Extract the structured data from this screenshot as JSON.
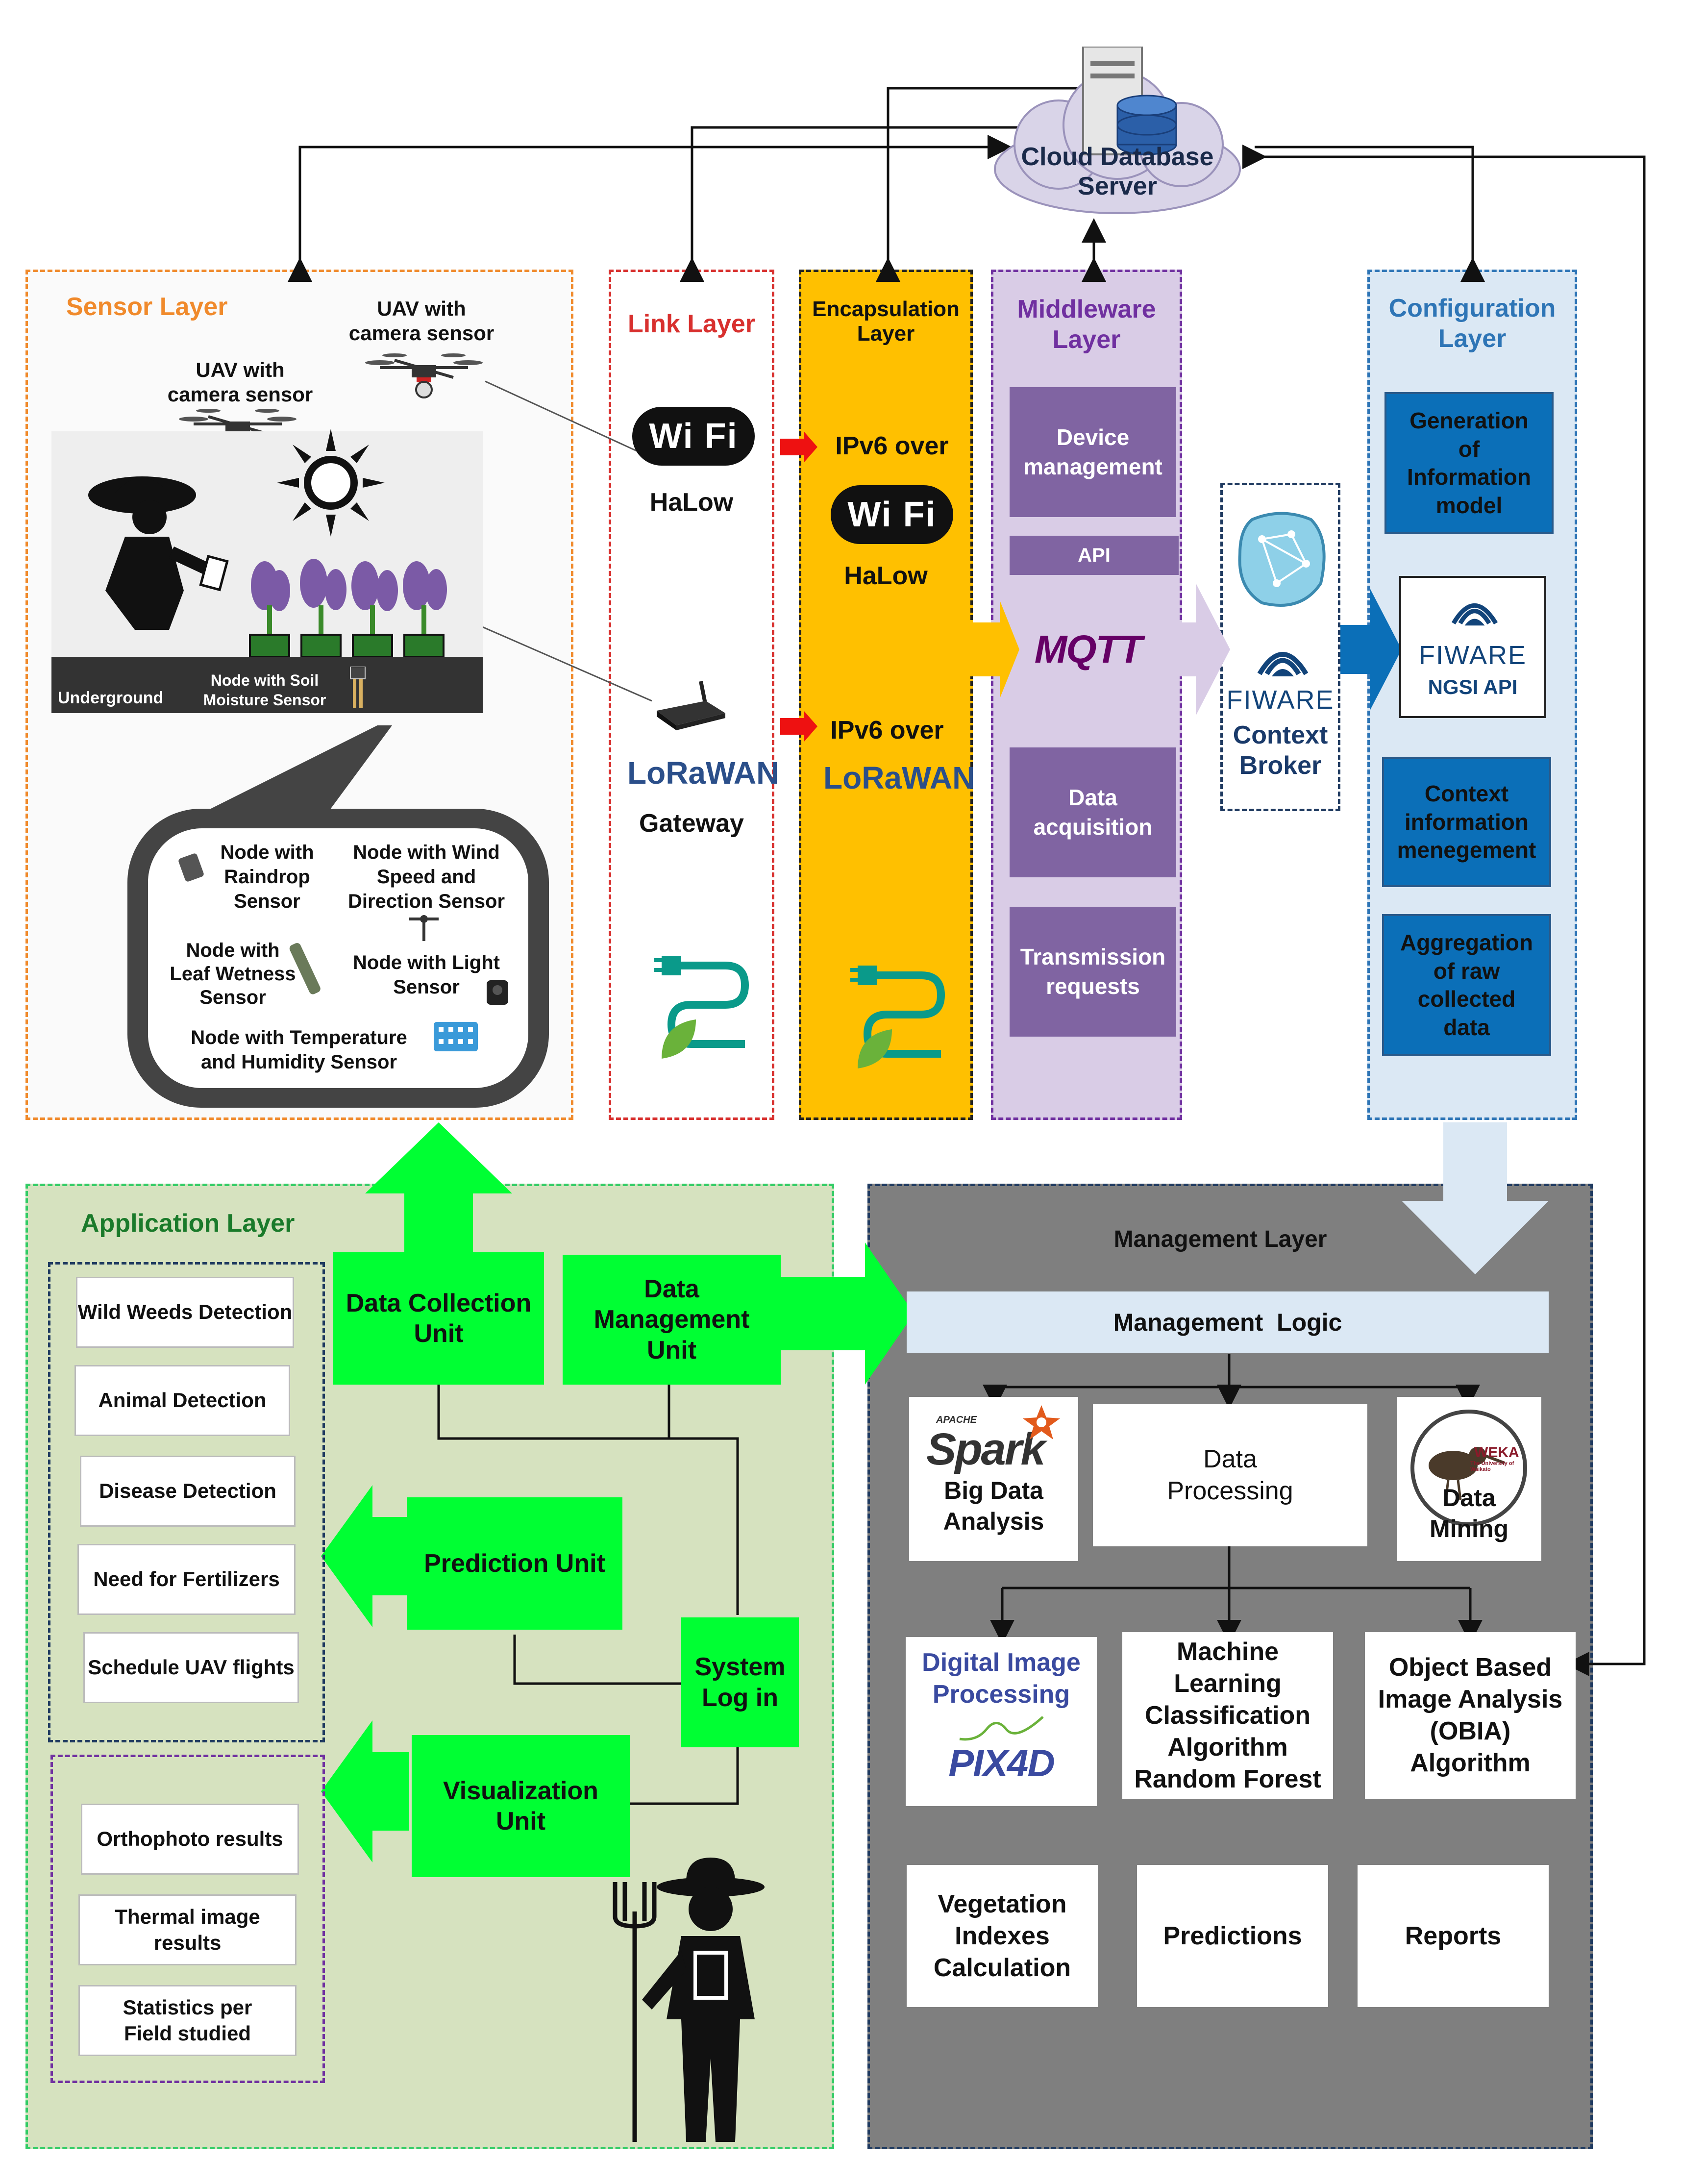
{
  "cloud": {
    "title_line1": "Cloud Database",
    "title_line2": "Server"
  },
  "sensor_layer": {
    "title": "Sensor Layer",
    "uav_left_line1": "UAV with",
    "uav_left_line2": "camera sensor",
    "uav_right_line1": "UAV with",
    "uav_right_line2": "camera sensor",
    "underground": "Underground",
    "soil_node_line1": "Node with Soil",
    "soil_node_line2": "Moisture Sensor",
    "nodes": {
      "raindrop_l1": "Node with",
      "raindrop_l2": "Raindrop",
      "raindrop_l3": "Sensor",
      "wind_l1": "Node with Wind",
      "wind_l2": "Speed and",
      "wind_l3": "Direction Sensor",
      "leaf_l1": "Node with",
      "leaf_l2": "Leaf Wetness",
      "leaf_l3": "Sensor",
      "light_l1": "Node with Light",
      "light_l2": "Sensor",
      "temp_l1": "Node with Temperature",
      "temp_l2": "and Humidity Sensor"
    }
  },
  "link_layer": {
    "title": "Link Layer",
    "wifi": "Wi Fi",
    "halow": "HaLow",
    "lorawan": "LoRaWAN",
    "gateway": "Gateway"
  },
  "encapsulation_layer": {
    "title_l1": "Encapsulation",
    "title_l2": "Layer",
    "ipv6_wifi": "IPv6 over",
    "wifi": "Wi Fi",
    "halow": "HaLow",
    "ipv6_lora": "IPv6 over",
    "lorawan": "LoRaWAN"
  },
  "middleware_layer": {
    "title_l1": "Middleware",
    "title_l2": "Layer",
    "device_l1": "Device",
    "device_l2": "management",
    "api": "API",
    "mqtt": "MQTT",
    "data_l1": "Data",
    "data_l2": "acquisition",
    "trans_l1": "Transmission",
    "trans_l2": "requests"
  },
  "context_broker": {
    "fiware": "FIWARE",
    "l1": "Context",
    "l2": "Broker"
  },
  "configuration_layer": {
    "title_l1": "Configuration",
    "title_l2": "Layer",
    "gen_l1": "Generation",
    "gen_l2": "of",
    "gen_l3": "Information",
    "gen_l4": "model",
    "fiware": "FIWARE",
    "ngsi": "NGSI API",
    "ctx_l1": "Context",
    "ctx_l2": "information",
    "ctx_l3": "menegement",
    "agg_l1": "Aggregation",
    "agg_l2": "of raw",
    "agg_l3": "collected",
    "agg_l4": "data"
  },
  "application_layer": {
    "title": "Application Layer",
    "outputs1": [
      "Wild Weeds Detection",
      "Animal Detection",
      "Disease Detection",
      "Need for Fertilizers",
      "Schedule UAV flights"
    ],
    "outputs2": [
      "Orthophoto results",
      "Thermal image results",
      "Statistics per Field studied"
    ],
    "data_collection_l1": "Data Collection",
    "data_collection_l2": "Unit",
    "data_mgmt_l1": "Data",
    "data_mgmt_l2": "Management",
    "data_mgmt_l3": "Unit",
    "prediction": "Prediction Unit",
    "syslog_l1": "System",
    "syslog_l2": "Log in",
    "visual_l1": "Visualization",
    "visual_l2": "Unit"
  },
  "management_layer": {
    "title": "Management Layer",
    "logic": "Management  Logic",
    "spark_apache": "APACHE",
    "spark": "Spark",
    "bigdata_l1": "Big Data",
    "bigdata_l2": "Analysis",
    "dataproc_l1": "Data",
    "dataproc_l2": "Processing",
    "weka": "WEKA",
    "weka_sub": "The University of Waikato",
    "datamining_l1": "Data",
    "datamining_l2": "Mining",
    "dip_l1": "Digital Image",
    "dip_l2": "Processing",
    "pix4d": "PIX4D",
    "ml_l1": "Machine",
    "ml_l2": "Learning",
    "ml_l3": "Classification",
    "ml_l4": "Algorithm",
    "ml_l5": "Random Forest",
    "obia_l1": "Object Based",
    "obia_l2": "Image Analysis",
    "obia_l3": "(OBIA)",
    "obia_l4": "Algorithm",
    "veg_l1": "Vegetation",
    "veg_l2": "Indexes",
    "veg_l3": "Calculation",
    "predictions": "Predictions",
    "reports": "Reports"
  },
  "colors": {
    "sensor_border": "#f08a2c",
    "link_border": "#d8302e",
    "encap_fill": "#ffc000",
    "middleware_fill": "#d9cce6",
    "config_fill": "#dbe8f4",
    "app_fill": "#d6e2bf",
    "mgmt_fill": "#7f7f7f",
    "green": "#00ff33"
  }
}
